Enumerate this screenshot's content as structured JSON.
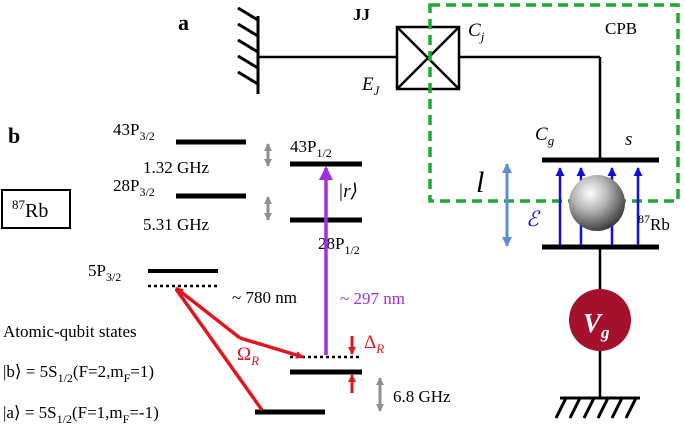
{
  "panel_a": {
    "label": "a",
    "jj_label": "JJ",
    "cj": {
      "main": "C",
      "sub": "j"
    },
    "ej": {
      "main": "E",
      "sub": "J"
    },
    "cpb_label": "CPB",
    "cg": {
      "main": "C",
      "sub": "g"
    },
    "s_label": "s",
    "l_label": "l",
    "field_label": "ℰ",
    "rb": {
      "sup": "87",
      "main": "Rb"
    },
    "vg": {
      "main": "V",
      "sub": "g"
    }
  },
  "panel_b": {
    "label": "b",
    "box_label": {
      "sup": "87",
      "main": "Rb"
    },
    "levels": {
      "p43_32": {
        "main": "43P",
        "sub": "3/2"
      },
      "p28_32": {
        "main": "28P",
        "sub": "3/2"
      },
      "p43_12": {
        "main": "43P",
        "sub": "1/2"
      },
      "p28_12": {
        "main": "28P",
        "sub": "1/2"
      },
      "p5_32": {
        "main": "5P",
        "sub": "3/2"
      },
      "r_state": "|r⟩"
    },
    "splittings": {
      "s1": "1.32 GHz",
      "s2": "5.31 GHz",
      "hf": "6.8 GHz"
    },
    "wavelengths": {
      "w780": "~ 780 nm",
      "w297": "~ 297 nm"
    },
    "rabi": {
      "main": "Ω",
      "sub": "R"
    },
    "detuning": {
      "main": "Δ",
      "sub": "R"
    },
    "qubit_title": "Atomic-qubit states",
    "state_b": {
      "ket": "|b⟩ = 5S",
      "sub": "1/2",
      "rest": "(F=2,m",
      "sub2": "F",
      "end": "=1)"
    },
    "state_a": {
      "ket": "|a⟩ = 5S",
      "sub": "1/2",
      "rest": "(F=1,m",
      "sub2": "F",
      "end": "=-1)"
    }
  },
  "colors": {
    "red": "#e0161e",
    "violet": "#a32ee0",
    "blue": "#1010d8",
    "steel_blue": "#5b8fd0",
    "gray": "#909090",
    "green_dash": "#20a830",
    "dark_red": "#a5102c"
  }
}
